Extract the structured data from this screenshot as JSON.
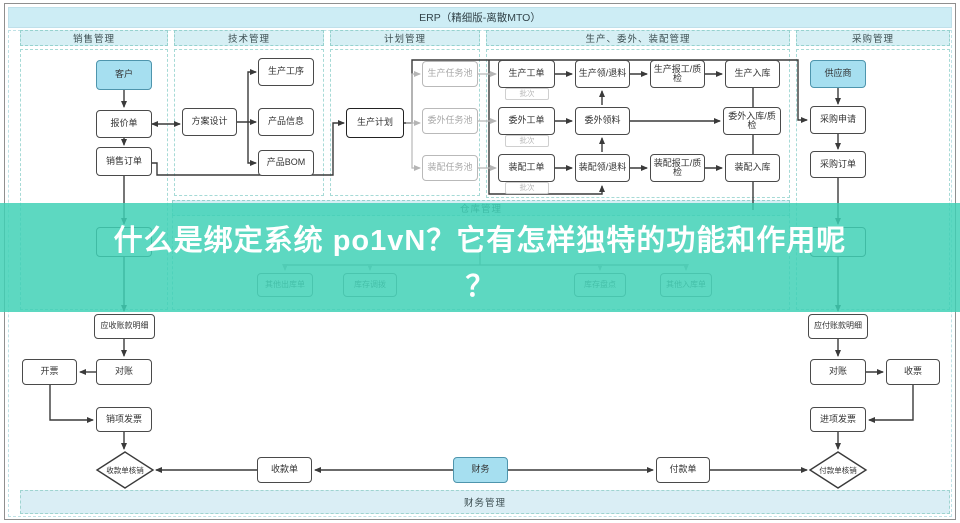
{
  "title": "ERP（精细版-离散MTO）",
  "banner": {
    "line1": "什么是绑定系统 po1vN？它有怎样独特的功能和作用呢",
    "line2": "？",
    "color": "#3ed1b5"
  },
  "sections": {
    "sales": "销售管理",
    "tech": "技术管理",
    "plan": "计划管理",
    "production": "生产、委外、装配管理",
    "purchase": "采购管理",
    "warehouse": "仓库管理",
    "finance": "财务管理"
  },
  "colors": {
    "accent_box_fill": "#a6dff0",
    "accent_box_border": "#4e95ad",
    "section_header_fill": "#d6eff4",
    "banner_overlay": "#3ed1b5"
  },
  "nodes": {
    "customer": "客户",
    "quote": "报价单",
    "sales_order": "销售订单",
    "design": "方案设计",
    "process": "生产工序",
    "product_info": "产品信息",
    "product_bom": "产品BOM",
    "prod_plan": "生产计划",
    "prod_pool": "生产任务池",
    "out_pool": "委外任务池",
    "asm_pool": "装配任务池",
    "prod_wo": "生产工单",
    "out_wo": "委外工单",
    "asm_wo": "装配工单",
    "batch": "批次",
    "prod_issue": "生产领/退料",
    "out_issue": "委外领料",
    "asm_issue": "装配领/退料",
    "prod_report": "生产报工/质检",
    "asm_report": "装配报工/质检",
    "prod_in": "生产入库",
    "out_in": "委外入库/质检",
    "asm_in": "装配入库",
    "supplier": "供应商",
    "purchase_request": "采购申请",
    "purchase_order": "采购订单",
    "hidden_sales": "",
    "hidden_purchase": "",
    "wh_out": "其他出库单",
    "wh_move": "库存调拨",
    "wh_count": "库存盘点",
    "wh_in": "其他入库单",
    "ar_detail": "应收账款明细",
    "recon_ar": "对账",
    "invoice_issue": "开票",
    "sales_invoice": "销项发票",
    "receipt_writeoff": "收款单核销",
    "receipt": "收款单",
    "finance": "财务",
    "payment": "付款单",
    "payment_writeoff": "付款单核销",
    "ap_detail": "应付账款明细",
    "recon_ap": "对账",
    "receive_invoice": "收票",
    "purchase_invoice": "进项发票"
  }
}
